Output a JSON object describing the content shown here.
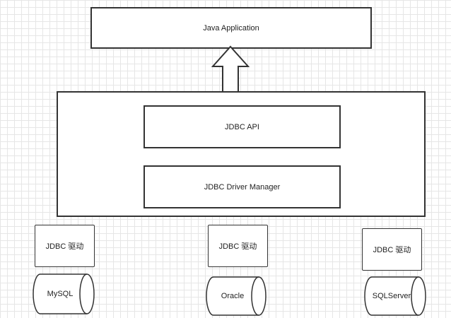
{
  "diagram": {
    "java_application": "Java Application",
    "jdbc_api": "JDBC API",
    "jdbc_driver_manager": "JDBC Driver Manager",
    "drivers": [
      {
        "driver_label": "JDBC 驱动",
        "database": "MySQL"
      },
      {
        "driver_label": "JDBC 驱动",
        "database": "Oracle"
      },
      {
        "driver_label": "JDBC 驱动",
        "database": "SQLServer"
      }
    ]
  }
}
